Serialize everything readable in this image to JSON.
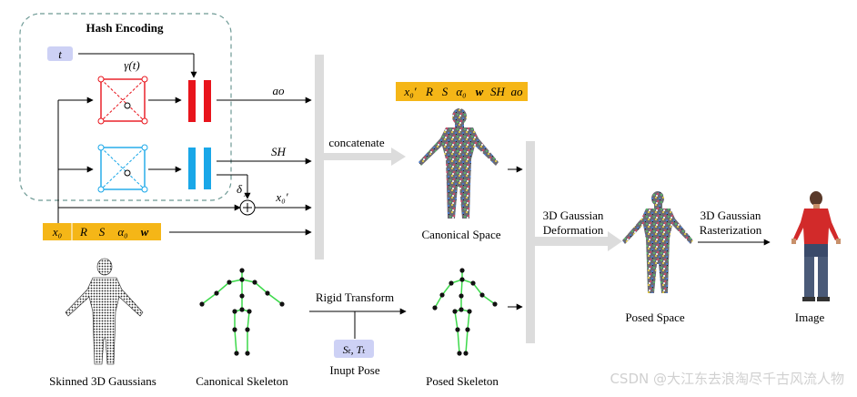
{
  "colors": {
    "orange_bar": "#f5b617",
    "lavender_box": "#cdd1f5",
    "hash_red": "#e8141c",
    "hash_blue": "#19a7e8",
    "gray_bar": "#dcdcdc",
    "dashed_border": "#6e9a95",
    "skeleton_line": "#3cd94a",
    "joint": "#111111"
  },
  "hash_encoding": {
    "title": "Hash Encoding",
    "t_label": "t",
    "gamma_label": "γ(t)",
    "outputs": {
      "ao": "ao",
      "sh": "SH",
      "delta": "δ",
      "delta_sub": "x",
      "x0_prime": "x₀′"
    }
  },
  "inputs_bar": {
    "items": [
      "x₀",
      "R",
      "S",
      "α₀",
      "w"
    ]
  },
  "middle": {
    "concatenate": "concatenate",
    "canonical_attrs": [
      "x₀′",
      "R",
      "S",
      "α₀",
      "w",
      "SH",
      "ao"
    ],
    "canonical_space": "Canonical Space",
    "rigid_transform": "Rigid Transform",
    "pose_box": "Sₜ, Tₜ",
    "input_pose": "Inupt Pose",
    "posed_skeleton": "Posed Skeleton"
  },
  "right": {
    "deformation_line1": "3D Gaussian",
    "deformation_line2": "Deformation",
    "posed_space": "Posed Space",
    "raster_line1": "3D Gaussian",
    "raster_line2": "Rasterization",
    "image": "Image"
  },
  "bottom_left": {
    "skinned": "Skinned 3D Gaussians",
    "canonical_skeleton": "Canonical Skeleton"
  },
  "watermark": "CSDN @大江东去浪淘尽千古风流人物"
}
